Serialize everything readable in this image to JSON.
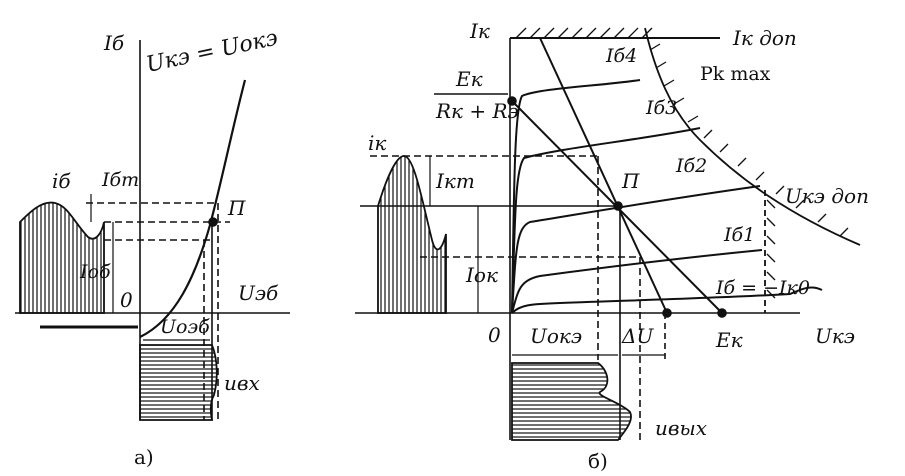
{
  "panel_a": {
    "caption": "а)",
    "y_axis_label": "Iб",
    "x_axis_label": "Uэб",
    "curve_label": "Uкэ = Uокэ",
    "point_label": "П",
    "ib_label": "iб",
    "ibm_label": "Iбт",
    "iob_label": "Iоб",
    "zero_label": "0",
    "uoeb_label": "Uоэб",
    "uin_label": "uвх"
  },
  "panel_b": {
    "caption": "б)",
    "y_axis_label": "Iк",
    "x_axis_label": "Uкэ",
    "ikdop_label": "Iк доп",
    "pkmax_label": "Pk max",
    "ukedop_label": "Uкэ доп",
    "fraction_num": "Eк",
    "fraction_den": "Rк + Rэ",
    "ik_label": "iк",
    "ikm_label": "Iкт",
    "iok_label": "Iок",
    "point_label": "П",
    "zero_label": "0",
    "uoke_label": "Uокэ",
    "du_label": "ΔU",
    "ek_label": "Eк",
    "uout_label": "uвых",
    "curve_labels": [
      "Iб4",
      "Iб3",
      "Iб2",
      "Iб1",
      "Iб = −Iк0"
    ]
  }
}
